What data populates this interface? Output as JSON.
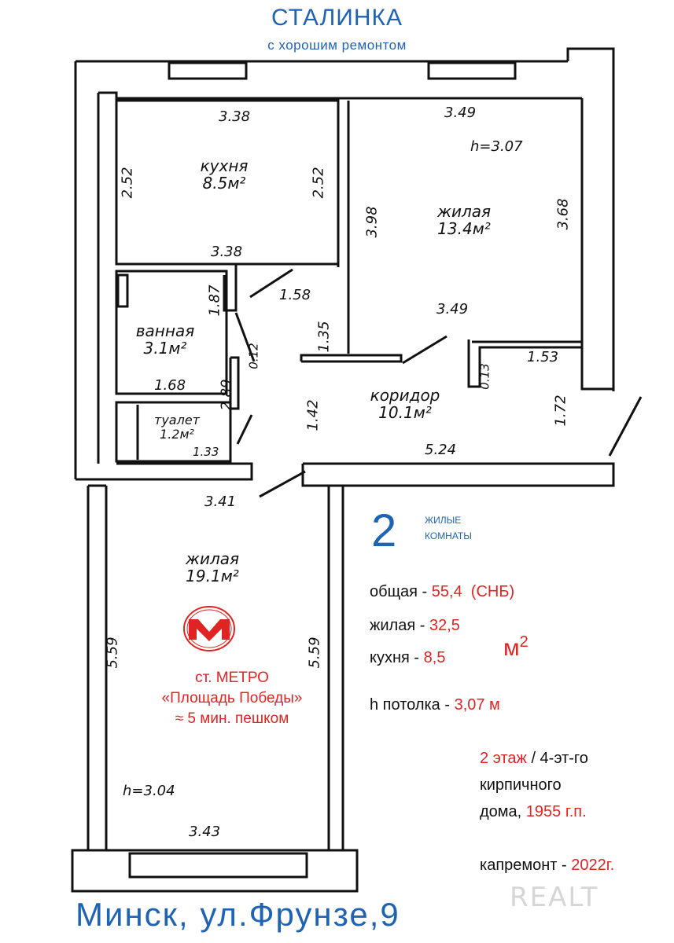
{
  "header": {
    "title": "СТАЛИНКА",
    "subtitle": "с хорошим ремонтом"
  },
  "rooms": {
    "kitchen": {
      "name": "кухня",
      "area": "8.5м²"
    },
    "living1": {
      "name": "жилая",
      "area": "13.4м²"
    },
    "bath": {
      "name": "ванная",
      "area": "3.1м²"
    },
    "toilet": {
      "name": "туалет",
      "area": "1.2м²"
    },
    "corridor": {
      "name": "коридор",
      "area": "10.1м²"
    },
    "living2": {
      "name": "жилая",
      "area": "19.1м²"
    }
  },
  "dimensions": {
    "kitchen_top": "3.38",
    "kitchen_left": "2.52",
    "kitchen_right": "2.52",
    "kitchen_bottom": "3.38",
    "living1_top": "3.49",
    "living1_height": "h=3.07",
    "living1_left": "3.98",
    "living1_right": "3.68",
    "living1_bottom": "3.49",
    "door_158": "1.58",
    "bath_side": "1.87",
    "wall_135": "1.35",
    "wall_012": "0.12",
    "bath_bottom": "1.68",
    "bath_289": "2.89",
    "closet_153": "1.53",
    "closet_013": "0.13",
    "corridor_142": "1.42",
    "corridor_172": "1.72",
    "toilet_bottom": "1.33",
    "corridor_bottom": "5.24",
    "living2_top": "3.41",
    "living2_left": "5.59",
    "living2_right": "5.59",
    "living2_height": "h=3.04",
    "living2_bottom": "3.43"
  },
  "summary": {
    "rooms_count": "2",
    "rooms_label_1": "ЖИЛЫЕ",
    "rooms_label_2": "КОМНАТЫ",
    "total_label": "общая -",
    "total_value": "55,4  (СНБ)",
    "living_label": "жилая -",
    "living_value": "32,5",
    "kitchen_label": "кухня -",
    "kitchen_value": "8,5",
    "unit": "м",
    "unit_sup": "2",
    "ceiling_label": "h потолка -",
    "ceiling_value": "3,07 м",
    "floor_value": "2 этаж",
    "floor_sep": " / 4-эт-го",
    "building_line": "кирпичного",
    "house_label": "дома,",
    "year_value": "1955 г.п.",
    "repair_label": "капремонт -",
    "repair_value": "2022г."
  },
  "metro": {
    "line1": "ст. МЕТРО",
    "line2": "«Площадь Победы»",
    "line3": "≈ 5 мин. пешком"
  },
  "address": "Минск, ул.Фрунзе,9",
  "watermark": "REALT",
  "colors": {
    "blue": "#1f63b5",
    "red": "#e02424",
    "wall": "#111111"
  }
}
